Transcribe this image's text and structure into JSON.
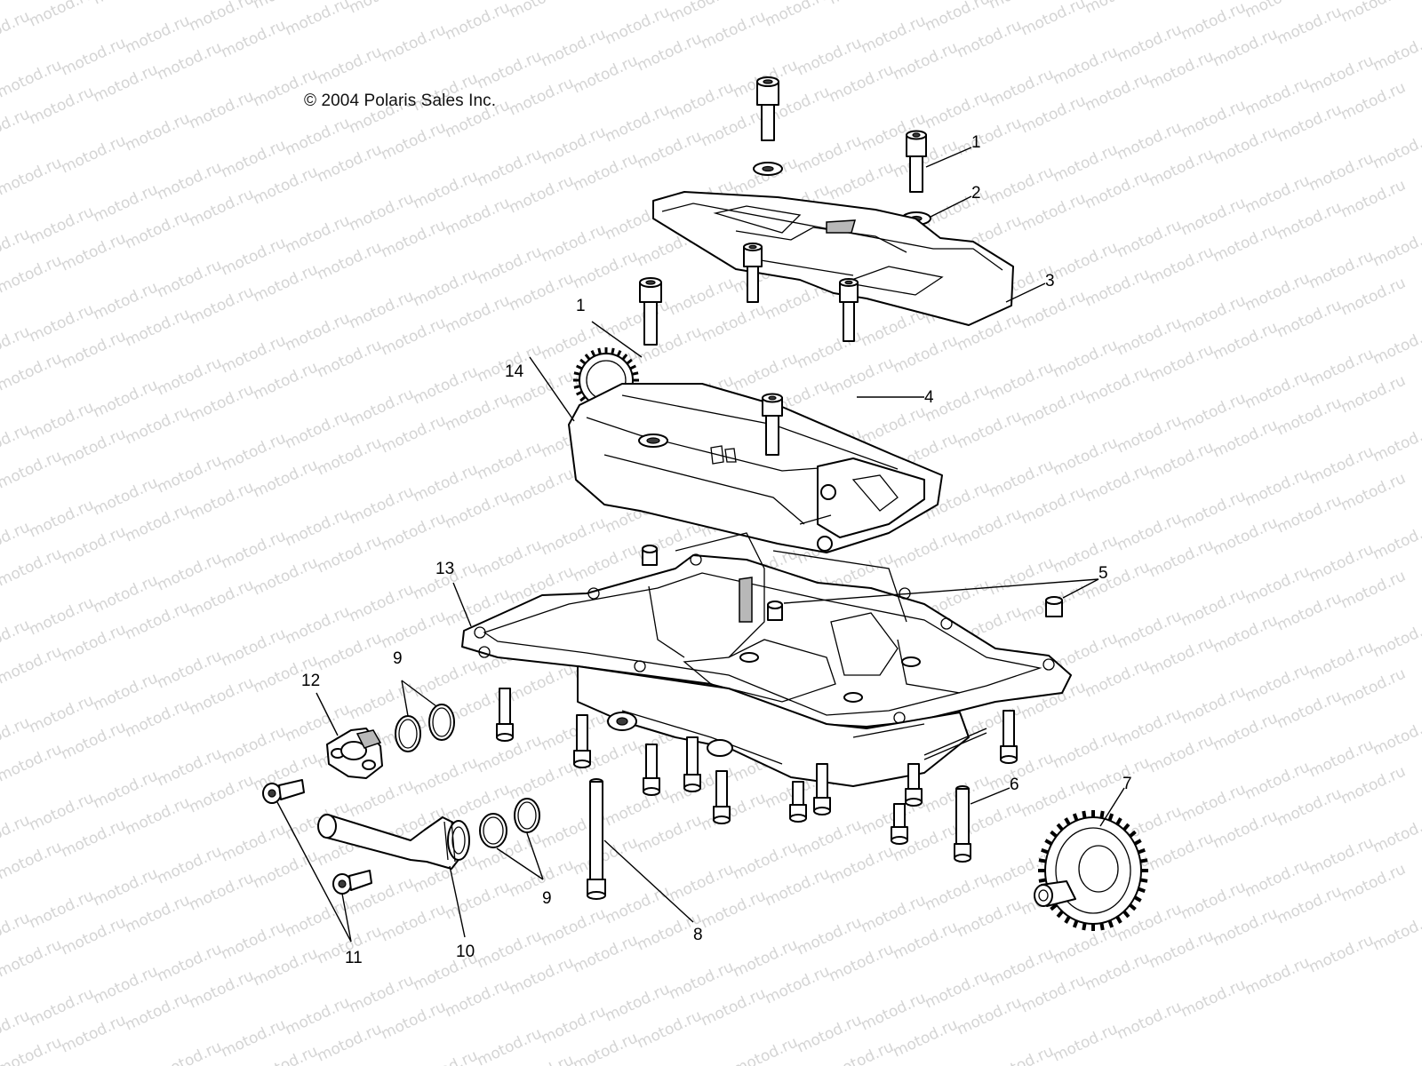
{
  "copyright": "© 2004 Polaris Sales Inc.",
  "watermark": "motod.ru",
  "callouts": [
    {
      "num": "1"
    },
    {
      "num": "2"
    },
    {
      "num": "3"
    },
    {
      "num": "1"
    },
    {
      "num": "14"
    },
    {
      "num": "4"
    },
    {
      "num": "5"
    },
    {
      "num": "13"
    },
    {
      "num": "9"
    },
    {
      "num": "12"
    },
    {
      "num": "6"
    },
    {
      "num": "7"
    },
    {
      "num": "9"
    },
    {
      "num": "10"
    },
    {
      "num": "11"
    },
    {
      "num": "8"
    }
  ],
  "colors": {
    "line": "#000000",
    "watermark": "#d4d4d4",
    "background": "#ffffff"
  }
}
